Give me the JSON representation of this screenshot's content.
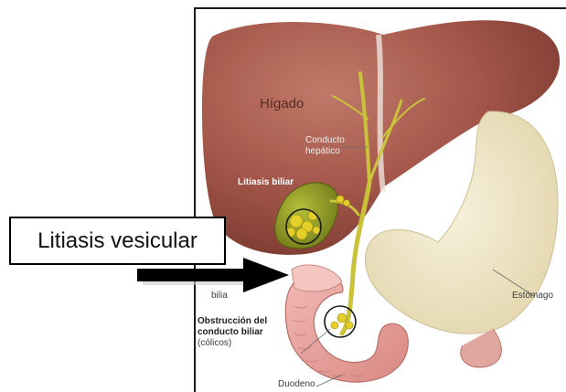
{
  "callout_label": "Litiasis vesicular",
  "organs": {
    "liver": "Hígado",
    "hepatic_duct_line1": "Conducto",
    "hepatic_duct_line2": "hepático",
    "stomach": "Estómago",
    "duodenum": "Duodeno",
    "bile_partial": "bilia"
  },
  "annotations": {
    "gallstones": "Litiasis biliar",
    "obstruction_line1": "Obstrucción del",
    "obstruction_line2": "conducto biliar",
    "obstruction_line3": "(cólicos)"
  },
  "colors": {
    "liver": "#9c4a3c",
    "stomach": "#efe6c8",
    "duodenum": "#e8a3a0",
    "gallbladder": "#8e9a1f",
    "bile_duct": "#c9c23a",
    "arrow": "#000000"
  }
}
